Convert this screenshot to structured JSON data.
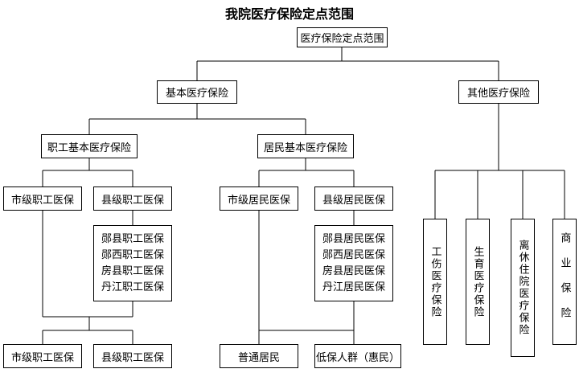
{
  "title": "我院医疗保险定点范围",
  "root": "医疗保险定点范围",
  "basic": "基本医疗保险",
  "other": "其他医疗保险",
  "worker": "职工基本医疗保险",
  "resident": "居民基本医疗保险",
  "worker_city": "市级职工医保",
  "worker_county": "县级职工医保",
  "resident_city": "市级居民医保",
  "resident_county": "县级居民医保",
  "worker_counties": [
    "郧县职工医保",
    "郧西职工医保",
    "房县职工医保",
    "丹江职工医保"
  ],
  "resident_counties": [
    "郧县居民医保",
    "郧西居民医保",
    "房县居民医保",
    "丹江居民医保"
  ],
  "bottom_worker_city": "市级职工医保",
  "bottom_worker_county": "县级职工医保",
  "bottom_ordinary": "普通居民",
  "bottom_lowincome": "低保人群（惠民）",
  "other_items": [
    "工伤医疗保险",
    "生育医疗保险",
    "离休住院医疗保险",
    "商业保险"
  ]
}
